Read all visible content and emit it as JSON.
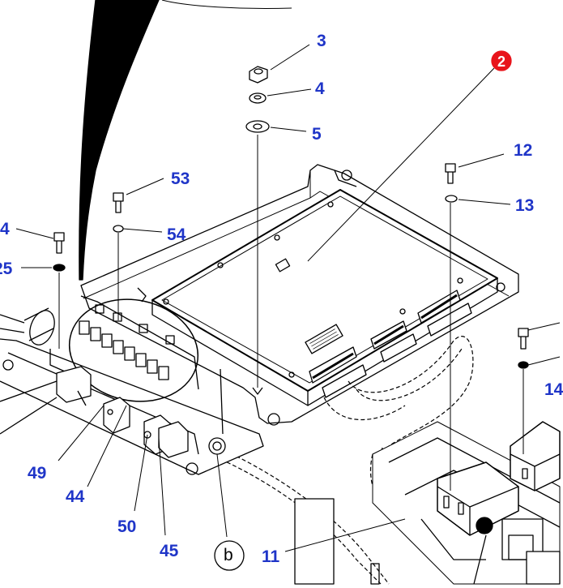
{
  "diagram": {
    "part_labels": {
      "p3": "3",
      "p4": "4",
      "p5": "5",
      "p12": "12",
      "p13": "13",
      "p53": "53",
      "p54": "54",
      "p4b": "4",
      "p25": "25",
      "p14": "14",
      "p49": "49",
      "p44": "44",
      "p50": "50",
      "p45": "45",
      "p11": "11"
    },
    "main_callout": "2",
    "ref_letter": "b",
    "colors": {
      "label": "#1f35c8",
      "callout_fill": "#e8141b",
      "line": "#000000"
    }
  }
}
